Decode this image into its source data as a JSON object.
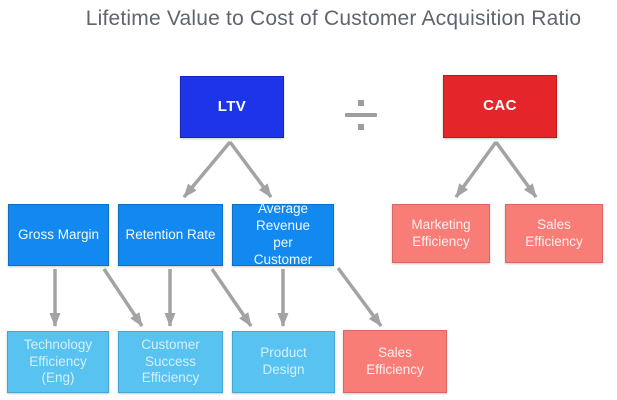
{
  "title": "Lifetime Value to Cost of Customer Acquisition Ratio",
  "operator": "÷",
  "colors": {
    "ltv_blue": "#1e34e9",
    "cac_red": "#e4262a",
    "mid_blue": "#1289f0",
    "light_blue": "#58c2f1",
    "salmon": "#f97d77",
    "arrow_gray": "#a3a3a3",
    "title_gray": "#5e6570"
  },
  "nodes": {
    "ltv": {
      "label": "LTV"
    },
    "cac": {
      "label": "CAC"
    },
    "gross_margin": {
      "label": "Gross Margin"
    },
    "retention_rate": {
      "label": "Retention Rate"
    },
    "avg_revenue": {
      "label": "Average Revenue per Customer"
    },
    "marketing_efficiency": {
      "label": "Marketing Efficiency"
    },
    "sales_efficiency_cac": {
      "label": "Sales Efficiency"
    },
    "technology_efficiency": {
      "label": "Technology Efficiency (Eng)"
    },
    "customer_success": {
      "label": "Customer Success Efficiency"
    },
    "product_design": {
      "label": "Product Design"
    },
    "sales_efficiency_ltv": {
      "label": "Sales Efficiency"
    }
  },
  "edges": [
    {
      "from": "LTV",
      "to": "Retention Rate"
    },
    {
      "from": "LTV",
      "to": "Average Revenue per Customer"
    },
    {
      "from": "CAC",
      "to": "Marketing Efficiency"
    },
    {
      "from": "CAC",
      "to": "Sales Efficiency"
    },
    {
      "from": "Gross Margin",
      "to": "Technology Efficiency (Eng)"
    },
    {
      "from": "Gross Margin",
      "to": "Customer Success Efficiency"
    },
    {
      "from": "Retention Rate",
      "to": "Customer Success Efficiency"
    },
    {
      "from": "Retention Rate",
      "to": "Product Design"
    },
    {
      "from": "Average Revenue per Customer",
      "to": "Product Design"
    },
    {
      "from": "Average Revenue per Customer",
      "to": "Sales Efficiency"
    }
  ]
}
